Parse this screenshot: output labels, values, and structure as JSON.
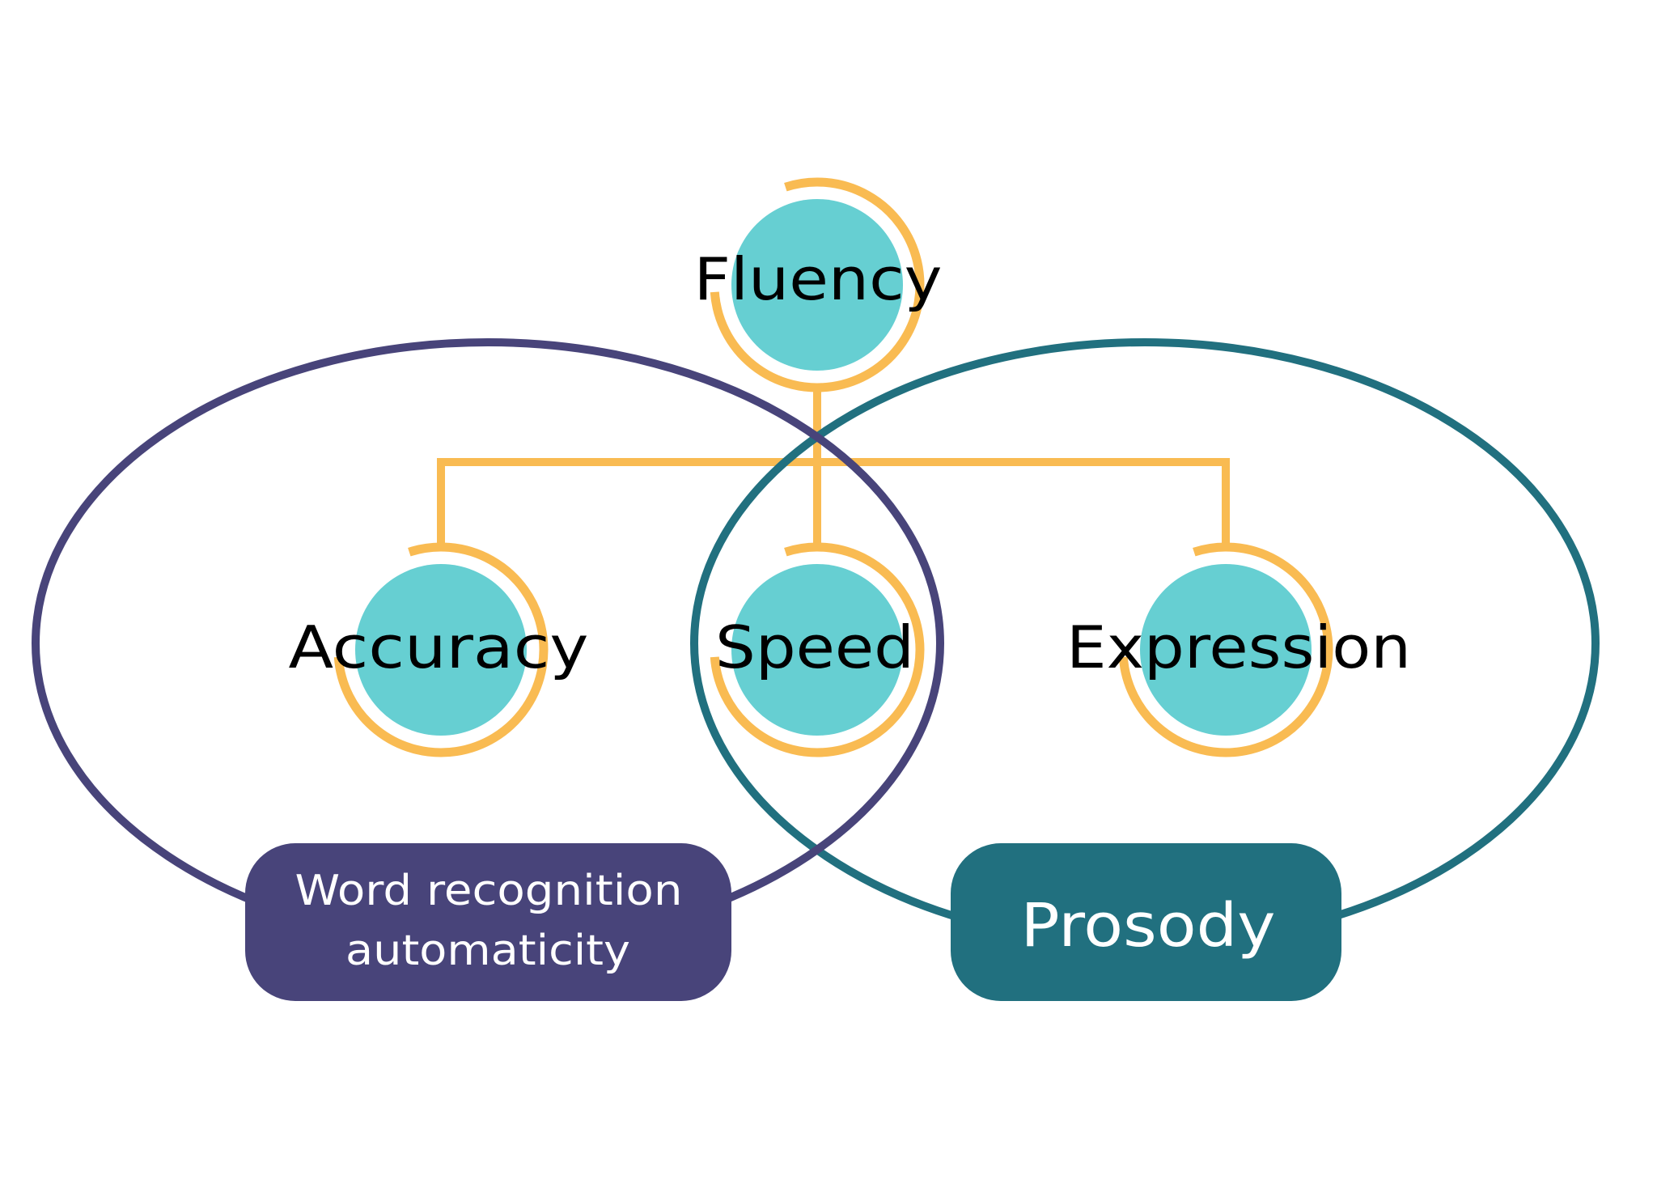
{
  "title": "Fluency",
  "colors": {
    "background": "#ffffff",
    "node_fill": "#66CFD2",
    "connector": "#F9BB52",
    "word_recognition": "#48447A",
    "prosody": "#21707F",
    "node_text": "#000000",
    "box_text": "#ffffff"
  },
  "nodes": {
    "root": {
      "id": "fluency",
      "label": "Fluency"
    },
    "children": [
      {
        "id": "accuracy",
        "label": "Accuracy"
      },
      {
        "id": "speed",
        "label": "Speed"
      },
      {
        "id": "expression",
        "label": "Expression"
      }
    ]
  },
  "groups": [
    {
      "id": "word-recognition-automaticity",
      "label_lines": [
        "Word recognition",
        "automaticity"
      ],
      "members": [
        "accuracy",
        "speed"
      ],
      "color_key": "word_recognition"
    },
    {
      "id": "prosody",
      "label_lines": [
        "Prosody"
      ],
      "members": [
        "speed",
        "expression"
      ],
      "color_key": "prosody"
    }
  ],
  "edges": [
    {
      "from": "fluency",
      "to": "accuracy"
    },
    {
      "from": "fluency",
      "to": "speed"
    },
    {
      "from": "fluency",
      "to": "expression"
    }
  ]
}
